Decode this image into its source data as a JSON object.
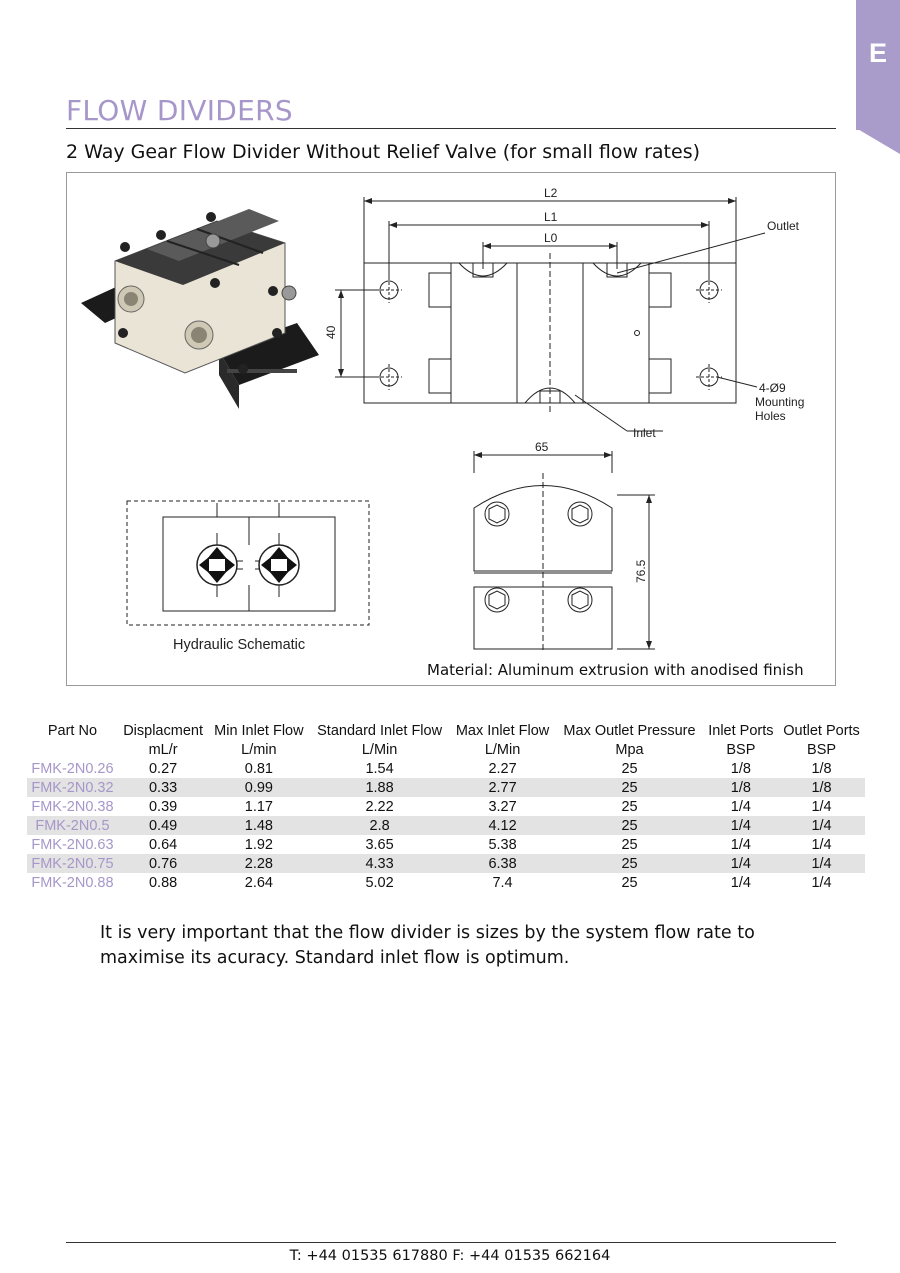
{
  "tab": {
    "letter": "E"
  },
  "header": {
    "section_title": "FLOW DIVIDERS",
    "subtitle": "2 Way Gear Flow Divider Without Relief Valve (for small flow rates)"
  },
  "drawing": {
    "labels": {
      "l2": "L2",
      "l1": "L1",
      "l0": "L0",
      "outlet": "Outlet",
      "inlet": "Inlet",
      "height_40": "40",
      "holes_1": "4-Ø9",
      "holes_2": "Mounting",
      "holes_3": "Holes",
      "width_65": "65",
      "height_765": "76.5"
    },
    "schematic_label": "Hydraulic  Schematic",
    "material_caption": "Material: Aluminum extrusion with anodised finish"
  },
  "table": {
    "headers": [
      "Part No",
      "Displacment",
      "Min Inlet Flow",
      "Standard Inlet Flow",
      "Max Inlet Flow",
      "Max Outlet Pressure",
      "Inlet Ports",
      "Outlet Ports"
    ],
    "units": [
      "",
      "mL/r",
      "L/min",
      "L/Min",
      "L/Min",
      "Mpa",
      "BSP",
      "BSP"
    ],
    "rows": [
      [
        "FMK-2N0.26",
        "0.27",
        "0.81",
        "1.54",
        "2.27",
        "25",
        "1/8",
        "1/8"
      ],
      [
        "FMK-2N0.32",
        "0.33",
        "0.99",
        "1.88",
        "2.77",
        "25",
        "1/8",
        "1/8"
      ],
      [
        "FMK-2N0.38",
        "0.39",
        "1.17",
        "2.22",
        "3.27",
        "25",
        "1/4",
        "1/4"
      ],
      [
        "FMK-2N0.5",
        "0.49",
        "1.48",
        "2.8",
        "4.12",
        "25",
        "1/4",
        "1/4"
      ],
      [
        "FMK-2N0.63",
        "0.64",
        "1.92",
        "3.65",
        "5.38",
        "25",
        "1/4",
        "1/4"
      ],
      [
        "FMK-2N0.75",
        "0.76",
        "2.28",
        "4.33",
        "6.38",
        "25",
        "1/4",
        "1/4"
      ],
      [
        "FMK-2N0.88",
        "0.88",
        "2.64",
        "5.02",
        "7.4",
        "25",
        "1/4",
        "1/4"
      ]
    ]
  },
  "note": "It is very important that the flow divider is sizes by the system flow rate to maximise its acuracy. Standard inlet flow is optimum.",
  "footer": {
    "contact": "T: +44 01535 617880 F: +44 01535 662164"
  }
}
